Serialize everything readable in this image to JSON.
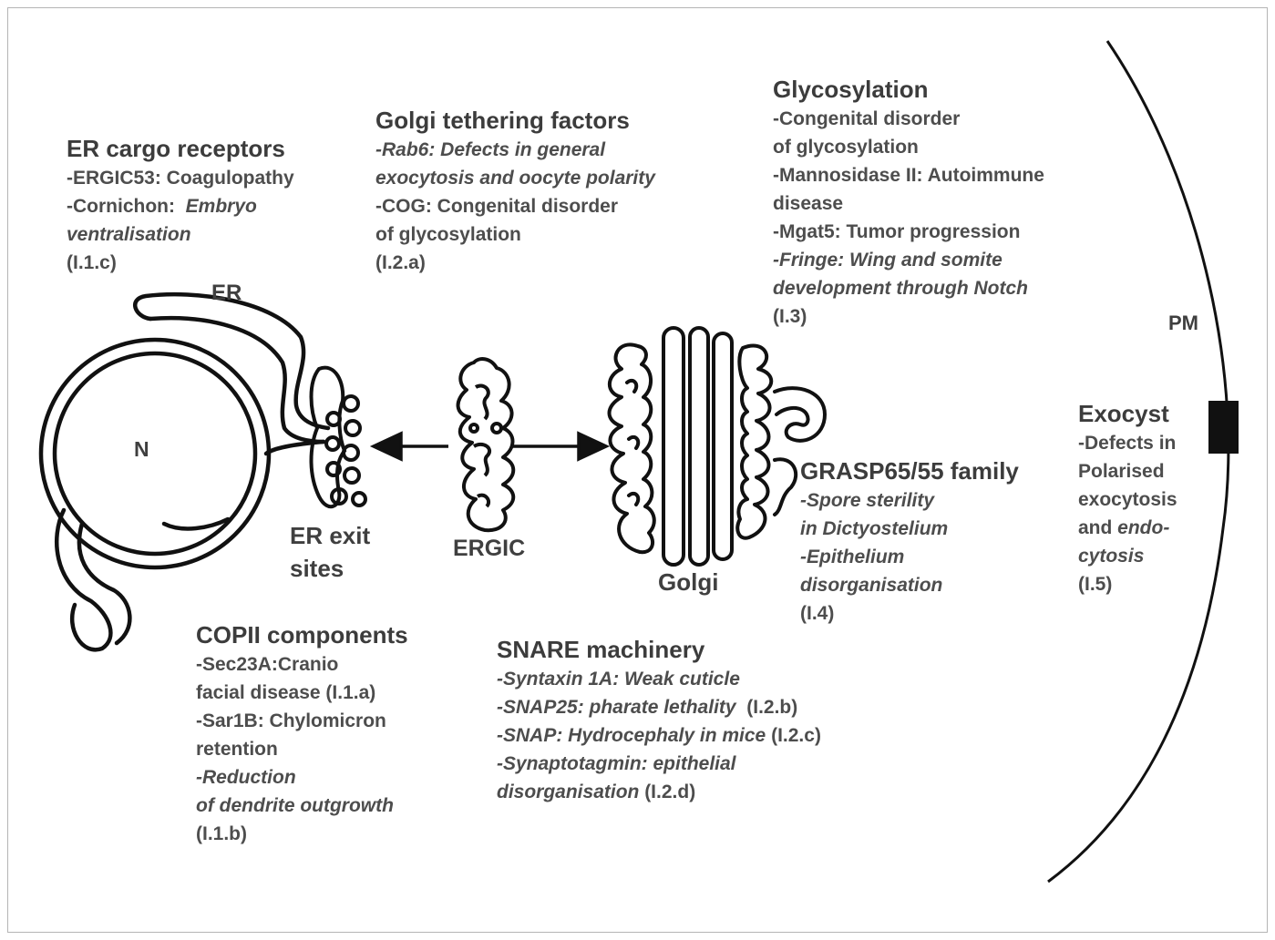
{
  "organelles": {
    "nucleus": "N",
    "er": "ER",
    "er_exit_1": "ER exit",
    "er_exit_2": "sites",
    "ergic": "ERGIC",
    "golgi": "Golgi",
    "pm": "PM"
  },
  "er_cargo": {
    "title": "ER cargo receptors",
    "l1": "-ERGIC53: Coagulopathy",
    "l2a": "-Cornichon:  ",
    "l2b": "Embryo",
    "l3": "ventralisation",
    "ref": "(I.1.c)"
  },
  "golgi_tethering": {
    "title": "Golgi tethering factors",
    "l1": "-Rab6: Defects in general",
    "l2": "exocytosis and oocyte polarity",
    "l3": "-COG: Congenital disorder",
    "l4": "of glycosylation",
    "ref": "(I.2.a)"
  },
  "glycosylation": {
    "title": "Glycosylation",
    "l1": "-Congenital disorder",
    "l2": "of glycosylation",
    "l3": "-Mannosidase II: Autoimmune",
    "l4": "disease",
    "l5": "-Mgat5: Tumor progression",
    "l6": "-Fringe: Wing and somite",
    "l7": "development through Notch",
    "ref": "(I.3)"
  },
  "grasp": {
    "title": "GRASP65/55 family",
    "l1": "-Spore sterility",
    "l2": "in Dictyostelium",
    "l3": "-Epithelium",
    "l4": "disorganisation",
    "ref": "(I.4)"
  },
  "exocyst": {
    "title": "Exocyst",
    "l1": "-Defects in",
    "l2": "Polarised",
    "l3": "exocytosis",
    "l4a": "and ",
    "l4b": "endo-",
    "l5": "cytosis",
    "ref": "(I.5)"
  },
  "copii": {
    "title": "COPII components",
    "l1": "-Sec23A:Cranio",
    "l2": "facial disease (I.1.a)",
    "l3": "-Sar1B: Chylomicron",
    "l4": "retention",
    "l5": "-Reduction",
    "l6": "of dendrite outgrowth",
    "ref": "(I.1.b)"
  },
  "snare": {
    "title": "SNARE machinery",
    "l1": "-Syntaxin 1A: Weak cuticle",
    "l2a": "-SNAP25: pharate lethality",
    "l2b": "  (I.2.b)",
    "l3a": "-SNAP: Hydrocephaly in mice",
    "l3b": " (I.2.c)",
    "l4": "-Synaptotagmin: epithelial",
    "l5a": "disorganisation",
    "l5b": " (I.2.d)"
  }
}
